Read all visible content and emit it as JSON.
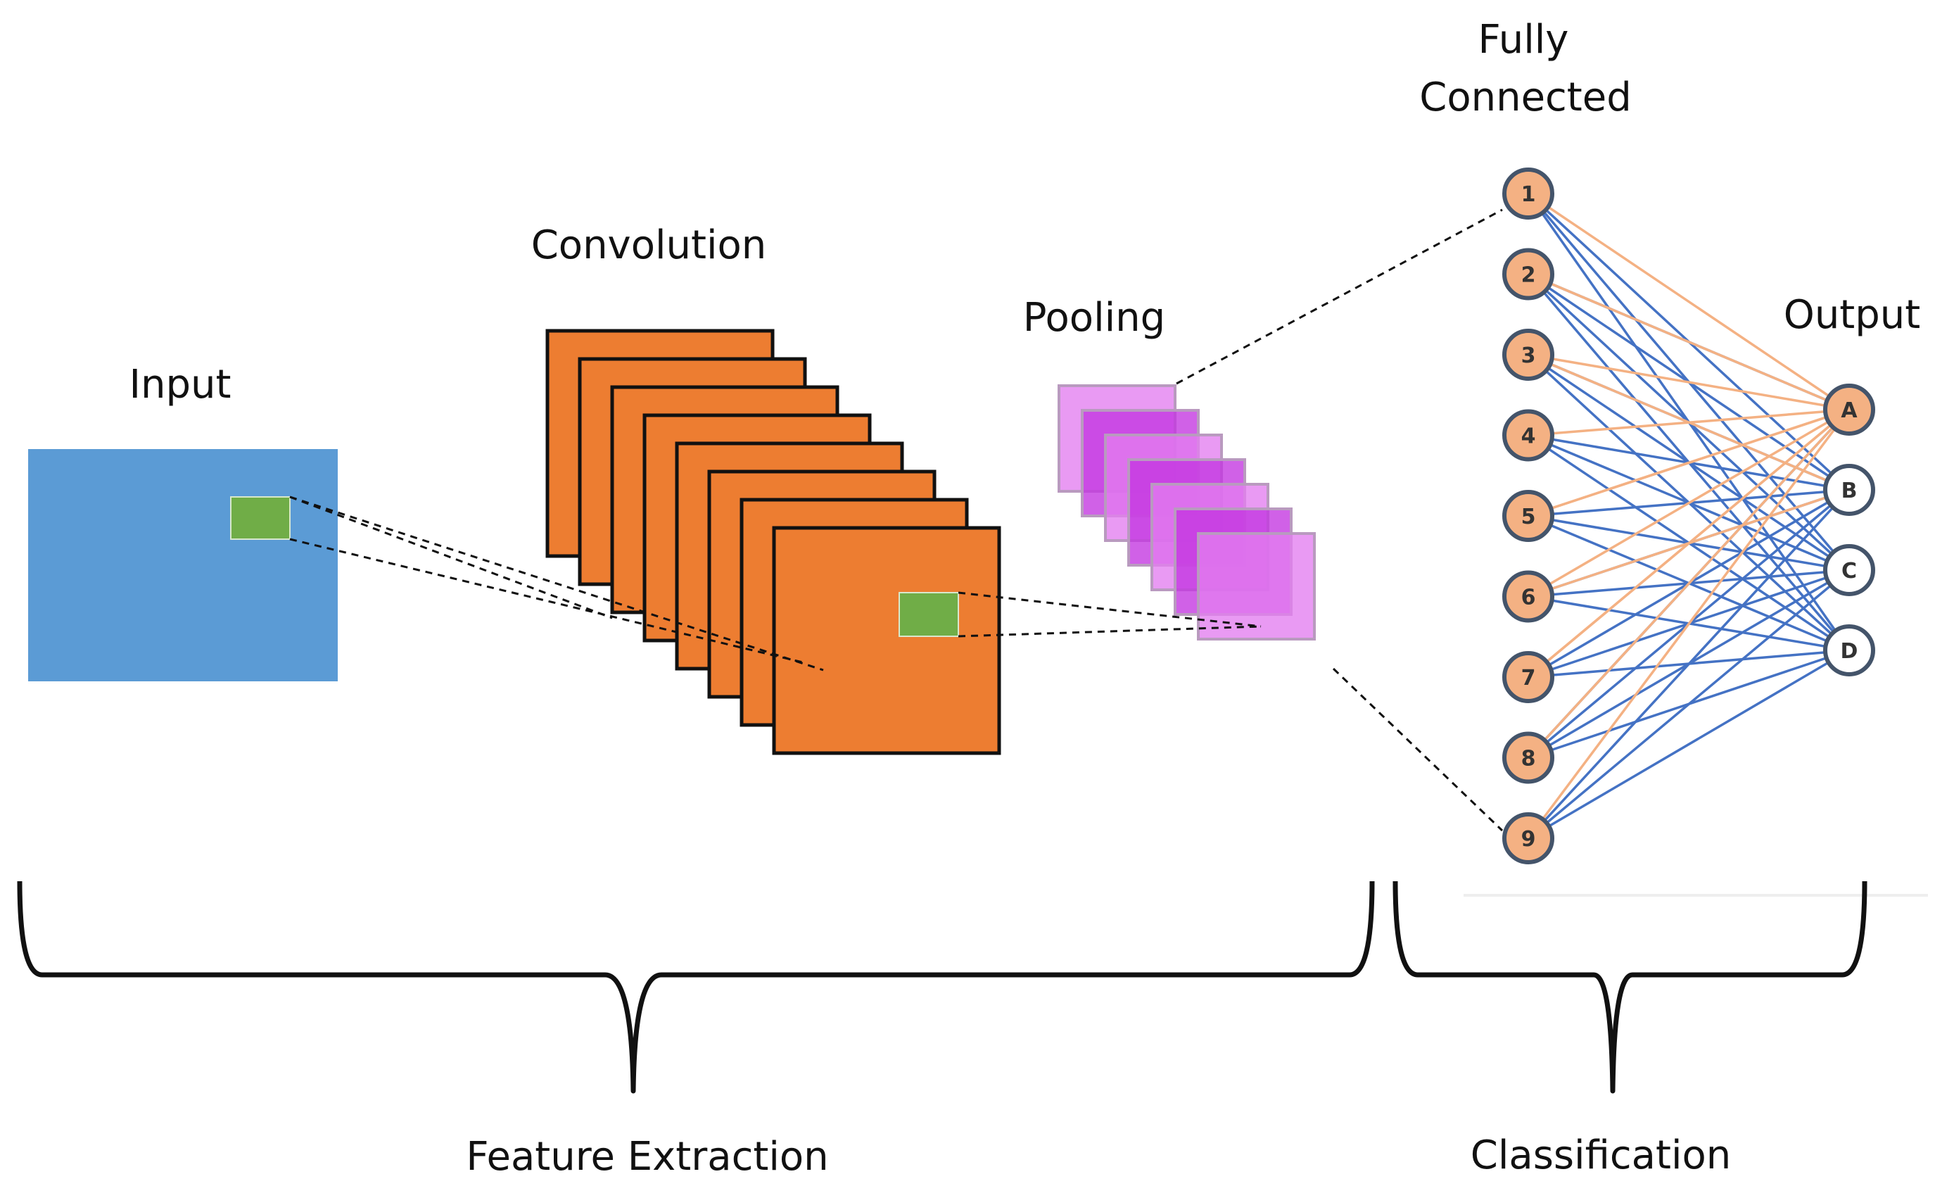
{
  "labels": {
    "input": "Input",
    "convolution": "Convolution",
    "pooling": "Pooling",
    "fully_connected_line1": "Fully",
    "fully_connected_line2": "Connected",
    "output": "Output",
    "feature_extraction": "Feature Extraction",
    "classification": "Classification"
  },
  "fc_nodes": [
    "1",
    "2",
    "3",
    "4",
    "5",
    "6",
    "7",
    "8",
    "9"
  ],
  "output_nodes": [
    "A",
    "B",
    "C",
    "D"
  ],
  "colors": {
    "input_fill": "#5b9bd5",
    "receptive_field": "#70ad47",
    "conv_fill": "#ed7d31",
    "pool_fill": "#e37ef0",
    "pool_dark": "#c334e0",
    "fc_node_fill": "#f4b183",
    "node_stroke": "#44546a",
    "edge_blue": "#4472c4",
    "edge_orange": "#f4b183",
    "output_highlight": "#f4b183",
    "output_plain": "#ffffff"
  }
}
